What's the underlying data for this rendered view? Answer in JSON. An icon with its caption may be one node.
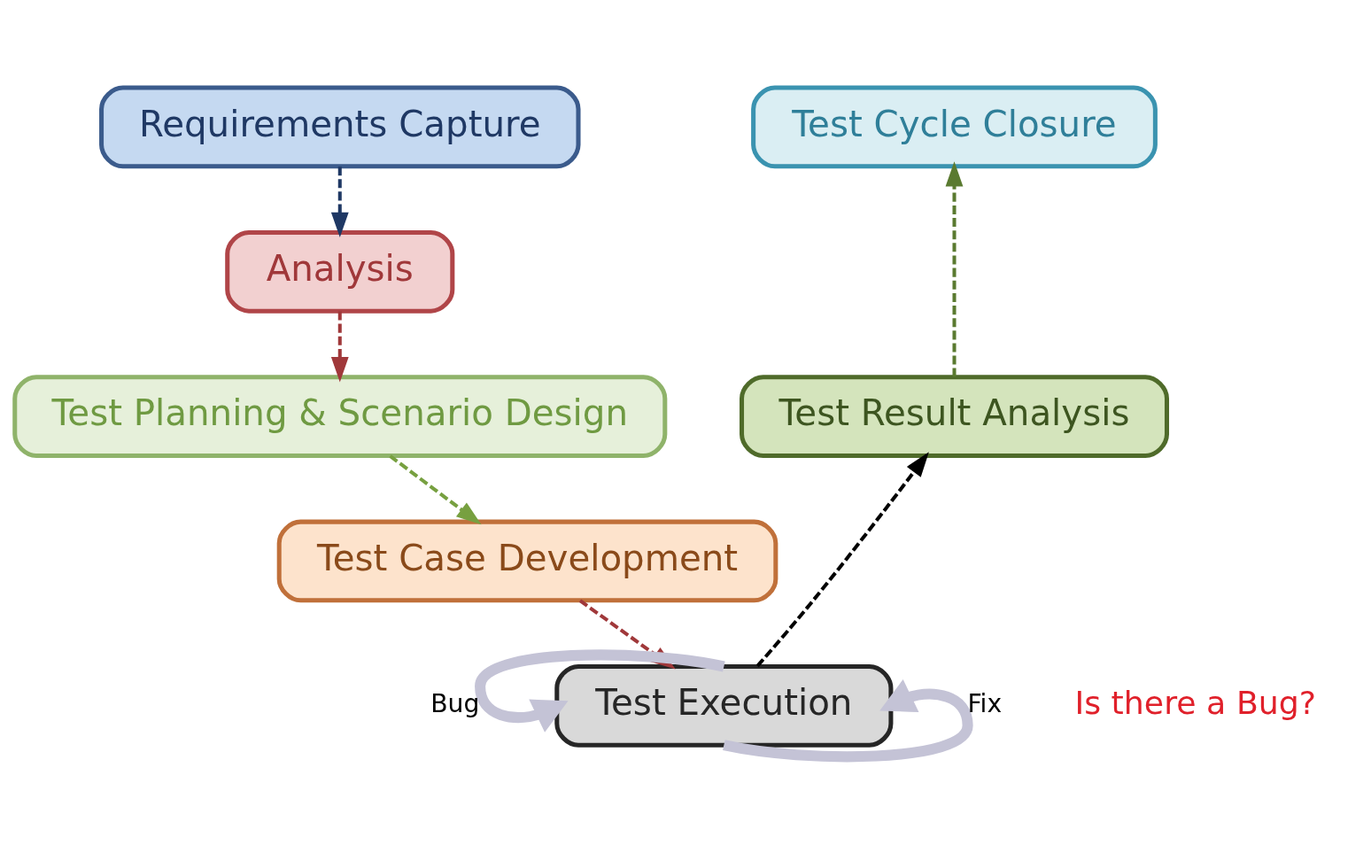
{
  "diagram": {
    "nodes": [
      {
        "text": [
          "Requirements Capture"
        ]
      },
      {
        "text": [
          "Analysis"
        ]
      },
      {
        "text": [
          "Test Planning & Scenario Design"
        ]
      },
      {
        "text": [
          "Test Case Development"
        ]
      },
      {
        "text": [
          "Test Execution"
        ]
      },
      {
        "text": [
          "Test Result Analysis"
        ]
      },
      {
        "text": [
          "Test Cycle Closure"
        ]
      }
    ],
    "edges": [
      {
        "from": 0,
        "to": 1,
        "arrow": "to",
        "style": "dashed",
        "color": "#1f3864"
      },
      {
        "from": 1,
        "to": 2,
        "arrow": "to",
        "style": "dashed",
        "color": "#a0383a"
      },
      {
        "from": 2,
        "to": 3,
        "arrow": "to",
        "style": "dashed",
        "color": "#77a040"
      },
      {
        "from": 3,
        "to": 4,
        "arrow": "to",
        "style": "dashed",
        "color": "#a0383a"
      },
      {
        "from": 4,
        "to": 5,
        "arrow": "to",
        "style": "dashed",
        "color": "#000000"
      },
      {
        "from": 5,
        "to": 6,
        "arrow": "to",
        "style": "dashed",
        "color": "#5a7a30"
      },
      {
        "from": 4,
        "to": 4,
        "arrow": "to",
        "label": "Bug",
        "style": "thick",
        "color": "#c4c3d6"
      },
      {
        "from": 4,
        "to": 4,
        "arrow": "to",
        "label": "Fix",
        "style": "thick",
        "color": "#c4c3d6"
      }
    ],
    "labels": [
      "Is there a Bug?"
    ]
  }
}
